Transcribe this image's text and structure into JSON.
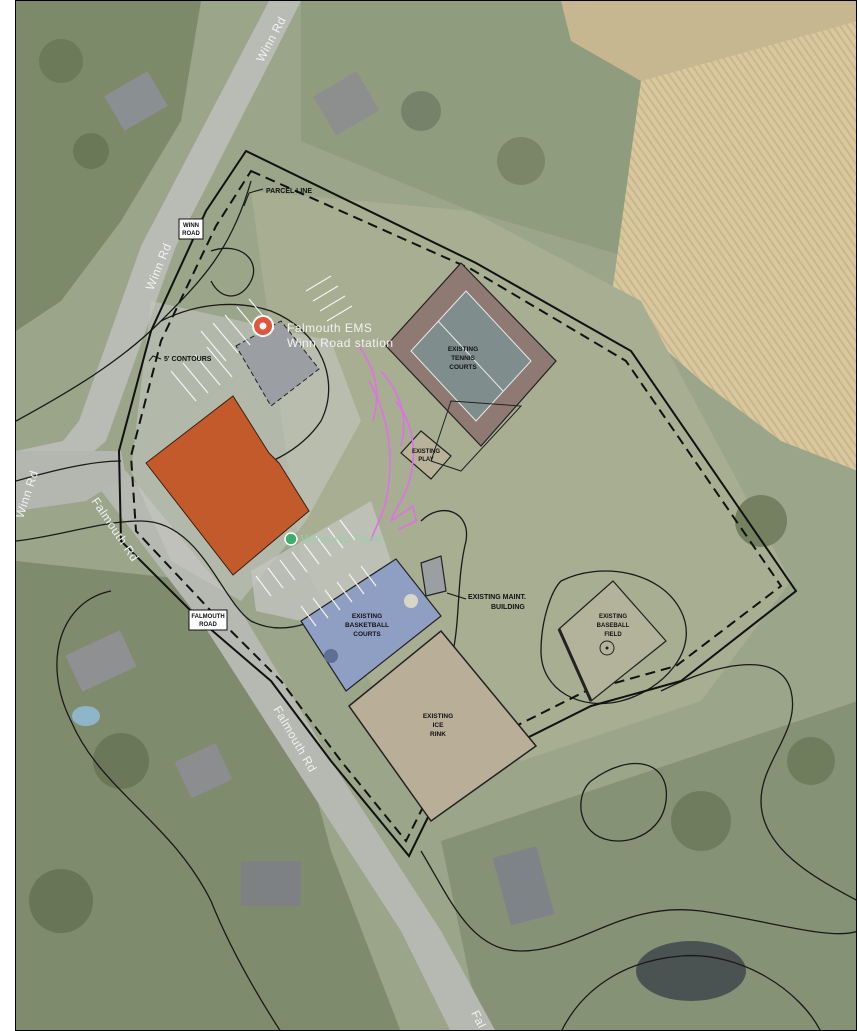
{
  "map": {
    "roads": {
      "winn_rd_top": "Winn Rd",
      "winn_rd_mid": "Winn Rd",
      "winn_rd_left": "Winn Rd",
      "falmouth_rd_mid": "Falmouth Rd",
      "falmouth_rd_lower": "Falmouth Rd",
      "falmouth_rd_bottom": "Fal"
    },
    "road_tags": {
      "winn_road": [
        "WINN",
        "ROAD"
      ],
      "falmouth_road": [
        "FALMOUTH",
        "ROAD"
      ]
    },
    "poi": {
      "ems_line1": "Falmouth EMS",
      "ems_line2": "Winn Road station",
      "green_label": "Winn Rd Park"
    },
    "annotations": {
      "parcel_line": "PARCEL LINE",
      "contours": "5' CONTOURS"
    },
    "facilities": {
      "tennis": [
        "EXISTING",
        "TENNIS",
        "COURTS"
      ],
      "play": [
        "EXISTING",
        "PLAY"
      ],
      "maint": [
        "EXISTING MAINT.",
        "BUILDING"
      ],
      "baseball": [
        "EXISTING",
        "BASEBALL",
        "FIELD"
      ],
      "basketball": [
        "EXISTING",
        "BASKETBALL",
        "COURTS"
      ],
      "ice": [
        "EXISTING",
        "ICE",
        "RINK"
      ]
    },
    "colors": {
      "proposed_building": "#c25a2b",
      "pathways": "#e070e8",
      "ems_marker": "#e0563d",
      "park_marker": "#3fae6a"
    }
  }
}
